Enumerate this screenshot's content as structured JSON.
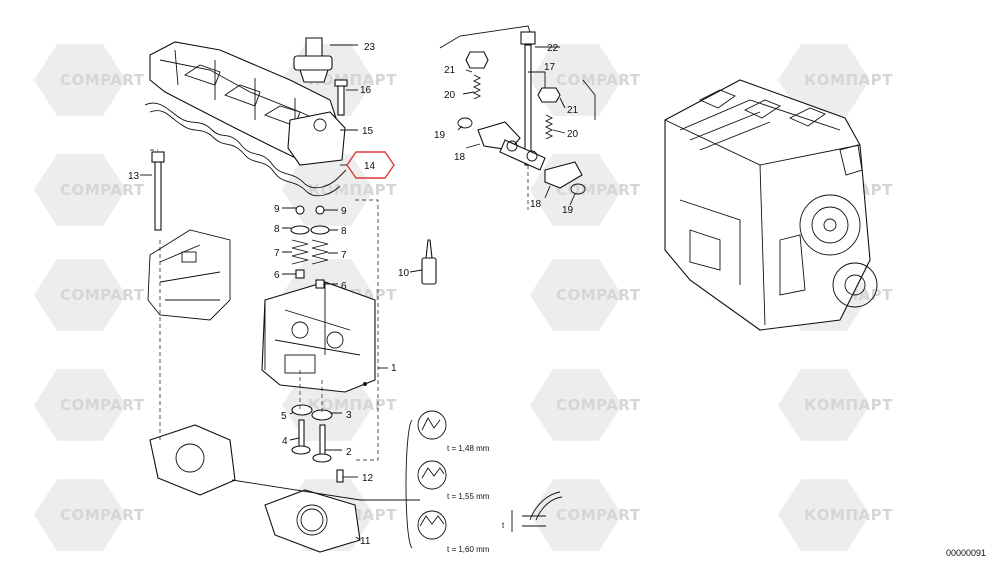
{
  "diagram": {
    "id_code": "00000091",
    "watermark": {
      "cyrillic": "КОМПАРТ",
      "latin": "COMPART"
    },
    "highlighted_part": "14",
    "gasket_options": [
      {
        "label": "t = 1,48 mm"
      },
      {
        "label": "t = 1,55 mm"
      },
      {
        "label": "t = 1,60 mm"
      }
    ],
    "thickness_symbol": "t",
    "callouts": [
      "1",
      "2",
      "3",
      "4",
      "5",
      "6",
      "7",
      "8",
      "9",
      "10",
      "11",
      "12",
      "13",
      "14",
      "15",
      "16",
      "17",
      "18",
      "19",
      "20",
      "21",
      "22",
      "23"
    ]
  },
  "colors": {
    "ink": "#111111",
    "watermark": "#d6d6d6",
    "highlight": "#e03a3a"
  }
}
